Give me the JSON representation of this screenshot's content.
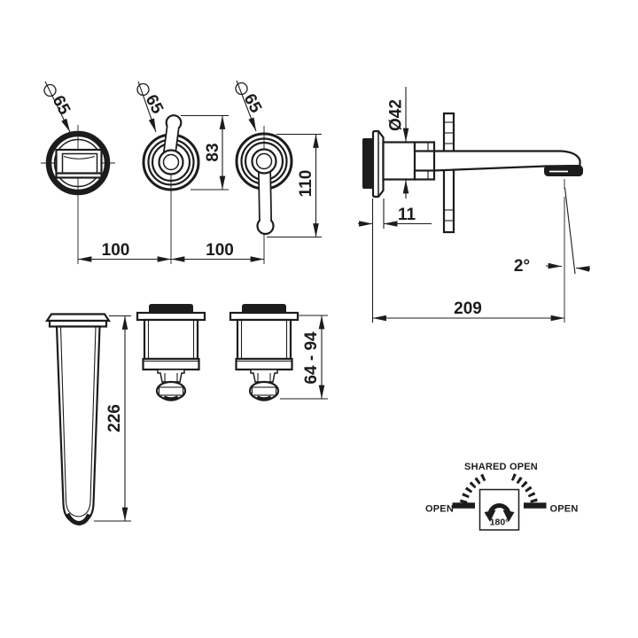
{
  "front_view": {
    "diameter_value_1": "65",
    "diameter_value_2": "65",
    "diameter_value_3": "65",
    "handle_up_height": "83",
    "handle_down_height": "110",
    "center_spacing_left": "100",
    "center_spacing_right": "100"
  },
  "side_view": {
    "flange_diameter": "Ø42",
    "escutcheon_depth": "11",
    "spout_reach": "209",
    "spout_angle": "2°"
  },
  "rough_parts": {
    "spout_body_length": "226",
    "valve_body_range": "64 - 94"
  },
  "operation": {
    "shared_open_label": "SHARED OPEN",
    "open_left_label": "OPEN",
    "open_right_label": "OPEN",
    "rotation_label": "180°"
  },
  "colors": {
    "line": "#1c1c1c",
    "background": "#ffffff"
  }
}
